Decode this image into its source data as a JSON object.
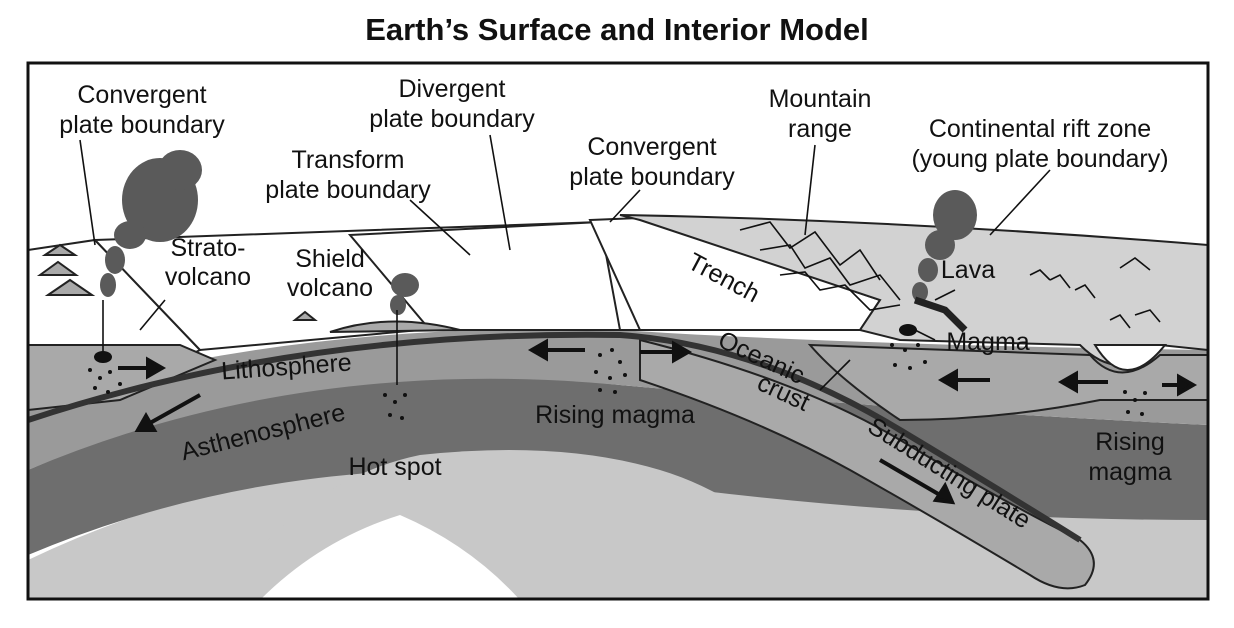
{
  "title": "Earth’s Surface and Interior Model",
  "labels": {
    "convergent_left_1": "Convergent",
    "convergent_left_2": "plate boundary",
    "divergent_1": "Divergent",
    "divergent_2": "plate boundary",
    "transform_1": "Transform",
    "transform_2": "plate boundary",
    "convergent_mid_1": "Convergent",
    "convergent_mid_2": "plate boundary",
    "mountain_1": "Mountain",
    "mountain_2": "range",
    "rift_1": "Continental rift zone",
    "rift_2": "(young plate boundary)",
    "strato_1": "Strato-",
    "strato_2": "volcano",
    "shield_1": "Shield",
    "shield_2": "volcano",
    "trench": "Trench",
    "lava": "Lava",
    "magma": "Magma",
    "lithosphere": "Lithosphere",
    "oceanic_1": "Oceanic",
    "oceanic_2": "crust",
    "asthenosphere": "Asthenosphere",
    "rising_magma_mid": "Rising magma",
    "subducting_plate": "Subducting plate",
    "rising_magma_right_1": "Rising",
    "rising_magma_right_2": "magma",
    "hot_spot": "Hot spot"
  },
  "colors": {
    "sky": "#ffffff",
    "white_plate": "#ffffff",
    "light_crust": "#d2d2d2",
    "mid_gray": "#a9a9a9",
    "lithosphere": "#9a9a9a",
    "asthenosphere": "#6e6e6e",
    "deep_mantle": "#c8c8c8",
    "smoke": "#5a5a5a",
    "outline": "#111111"
  }
}
